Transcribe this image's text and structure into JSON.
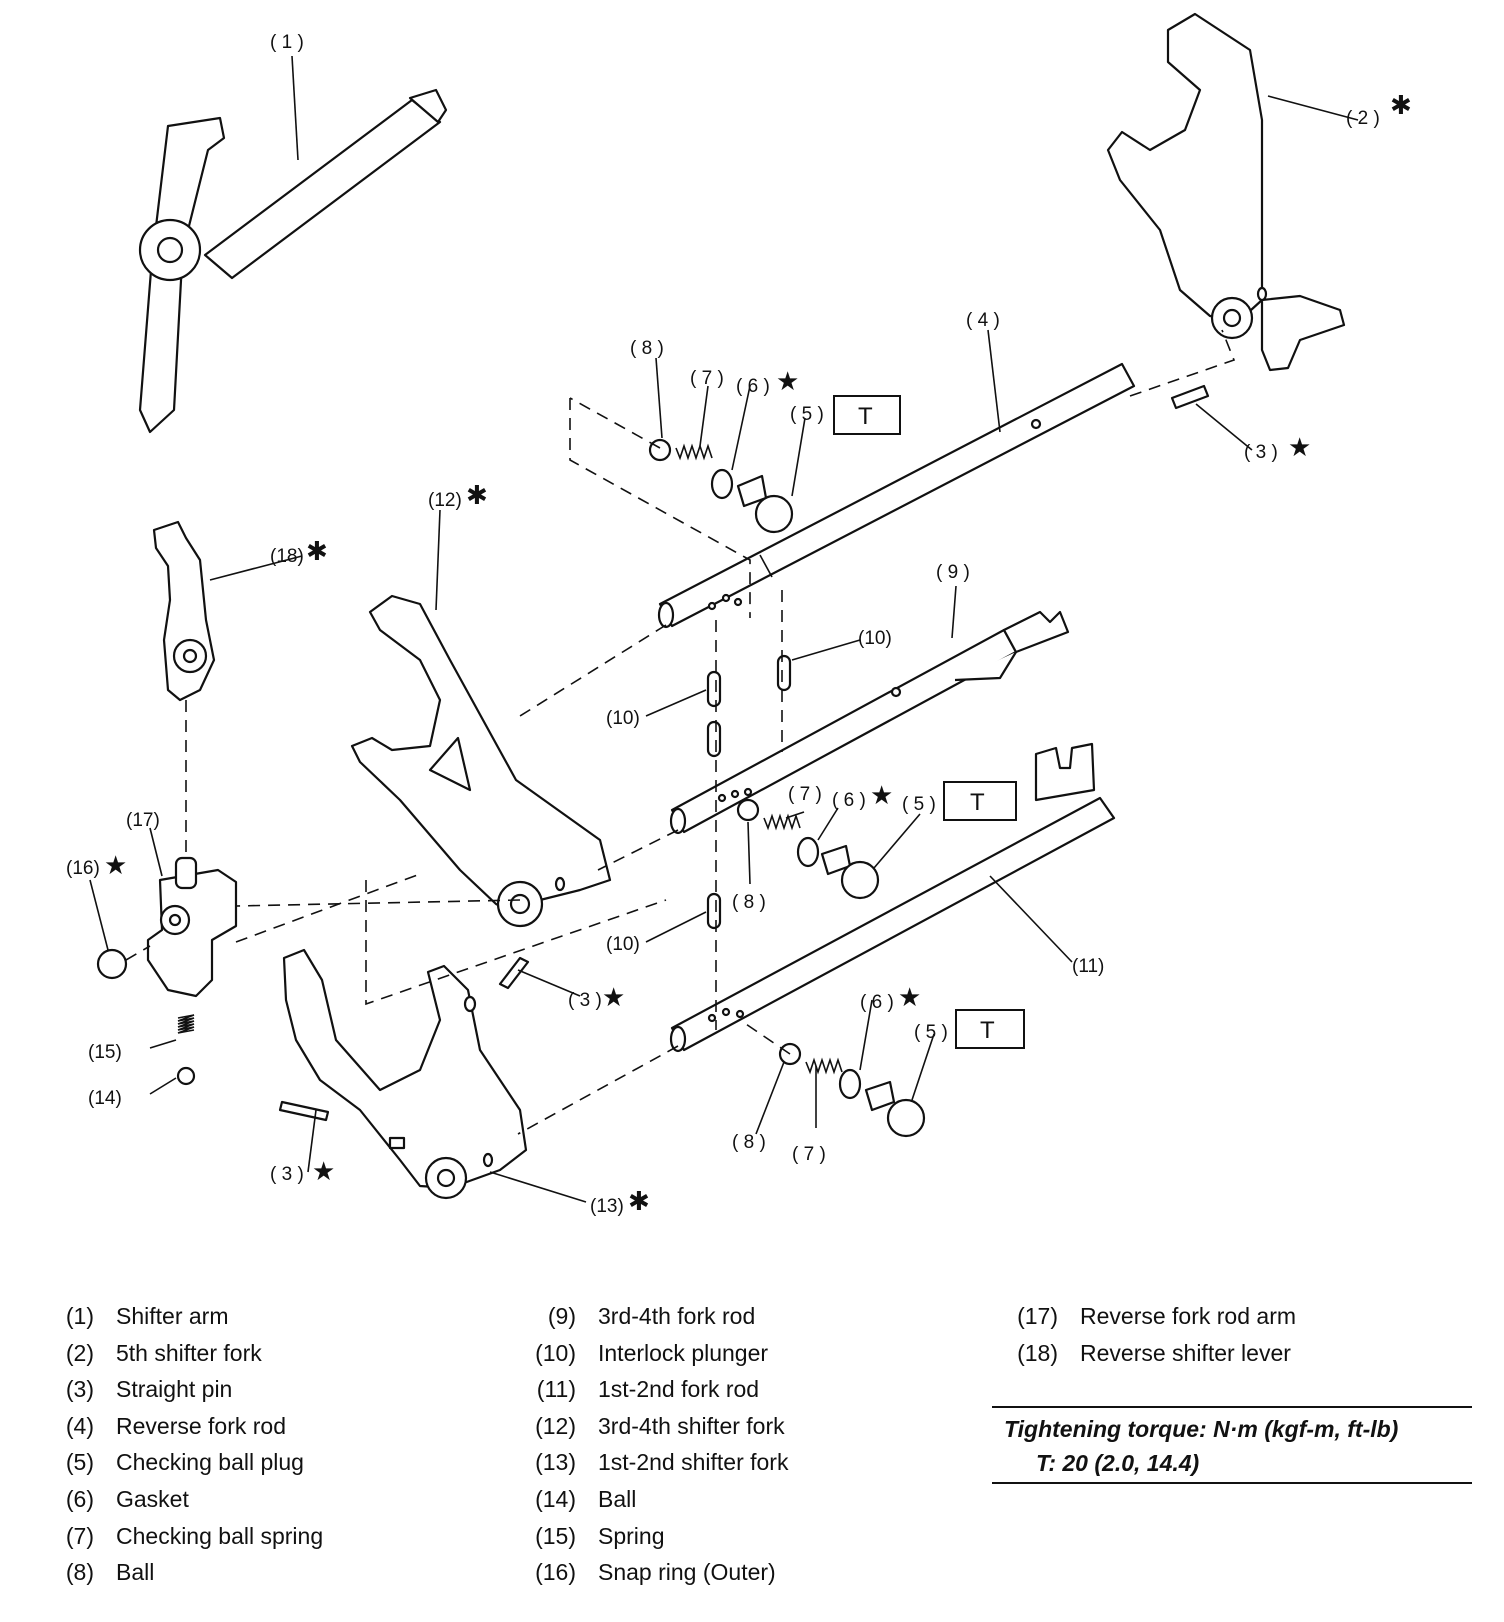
{
  "callouts": {
    "c1": "( 1 )",
    "c2": "( 2 )",
    "c3a": "( 3 )",
    "c3b": "( 3 )",
    "c3c": "( 3 )",
    "c4": "( 4 )",
    "c5a": "( 5 )",
    "c5b": "( 5 )",
    "c5c": "( 5 )",
    "c6a": "( 6 )",
    "c6b": "( 6 )",
    "c6c": "( 6 )",
    "c7a": "( 7 )",
    "c7b": "( 7 )",
    "c7c": "( 7 )",
    "c8a": "( 8 )",
    "c8b": "( 8 )",
    "c8c": "( 8 )",
    "c9": "( 9 )",
    "c10a": "(10)",
    "c10b": "(10)",
    "c10c": "(10)",
    "c11": "(11)",
    "c12": "(12)",
    "c13": "(13)",
    "c14": "(14)",
    "c15": "(15)",
    "c16": "(16)",
    "c17": "(17)",
    "c18": "(18)"
  },
  "marks": {
    "asterisk": "✱",
    "star": "★"
  },
  "torque_symbol": "T",
  "legend": {
    "col1": [
      {
        "num": "(1)",
        "label": "Shifter arm"
      },
      {
        "num": "(2)",
        "label": "5th shifter fork"
      },
      {
        "num": "(3)",
        "label": "Straight pin"
      },
      {
        "num": "(4)",
        "label": "Reverse fork rod"
      },
      {
        "num": "(5)",
        "label": "Checking ball plug"
      },
      {
        "num": "(6)",
        "label": "Gasket"
      },
      {
        "num": "(7)",
        "label": "Checking ball spring"
      },
      {
        "num": "(8)",
        "label": "Ball"
      }
    ],
    "col2": [
      {
        "num": "(9)",
        "label": "3rd-4th fork rod"
      },
      {
        "num": "(10)",
        "label": "Interlock plunger"
      },
      {
        "num": "(11)",
        "label": "1st-2nd fork rod"
      },
      {
        "num": "(12)",
        "label": "3rd-4th shifter fork"
      },
      {
        "num": "(13)",
        "label": "1st-2nd shifter fork"
      },
      {
        "num": "(14)",
        "label": "Ball"
      },
      {
        "num": "(15)",
        "label": "Spring"
      },
      {
        "num": "(16)",
        "label": "Snap ring (Outer)"
      }
    ],
    "col3": [
      {
        "num": "(17)",
        "label": "Reverse fork rod arm"
      },
      {
        "num": "(18)",
        "label": "Reverse shifter lever"
      }
    ]
  },
  "torque": {
    "title": "Tightening torque: N·m (kgf-m, ft-lb)",
    "value": "T:   20 (2.0, 14.4)"
  }
}
